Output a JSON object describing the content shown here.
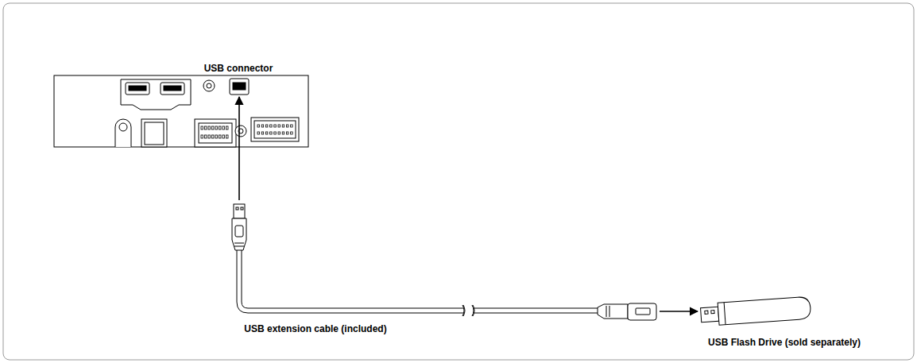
{
  "diagram": {
    "labels": [
      "USB connector",
      "USB extension cable (included)",
      "USB Flash Drive (sold separately)"
    ]
  }
}
